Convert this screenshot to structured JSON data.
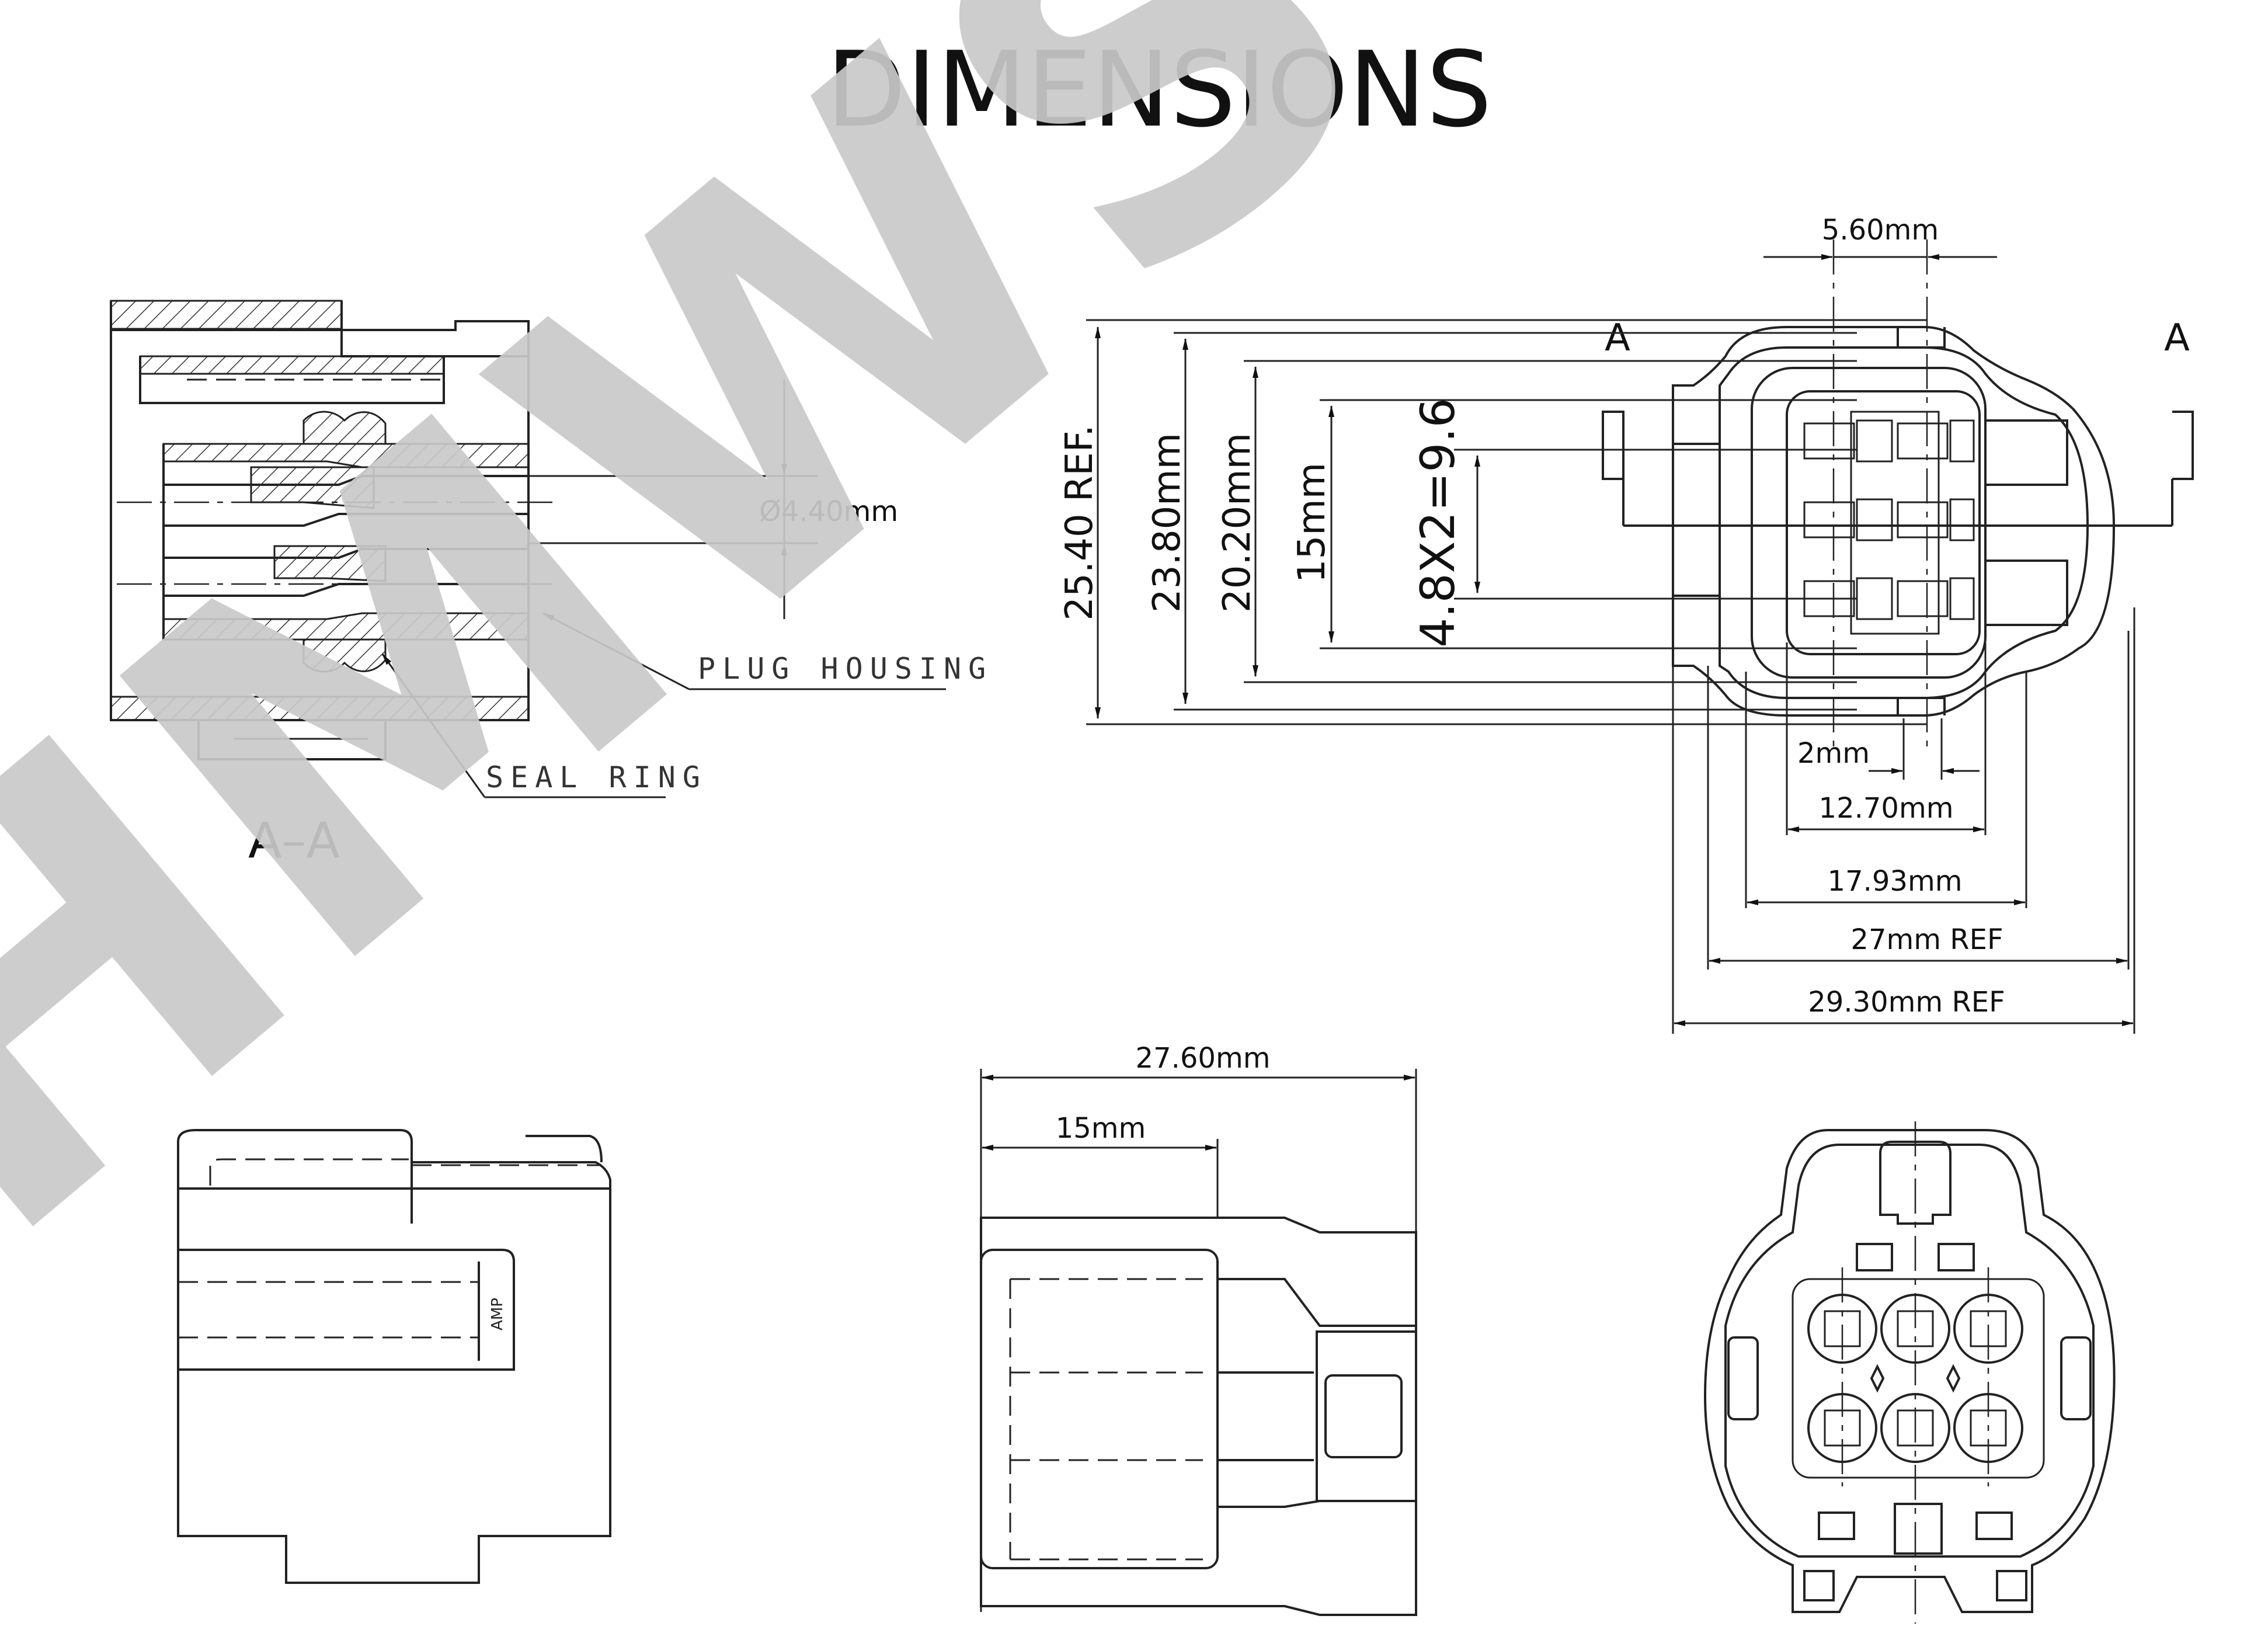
{
  "title": "DIMENSIONS",
  "watermark": "HMWS",
  "section_view": {
    "label": "A–A",
    "diameter": "Ø4.40mm",
    "callouts": {
      "plug_housing": "PLUG HOUSING",
      "seal_ring": "SEAL RING"
    }
  },
  "front_view": {
    "section_marker": "A",
    "top_width": "5.60mm",
    "heights": {
      "overall": "25.40 REF.",
      "outer": "23.80mm",
      "inner": "20.20mm",
      "cavity": "15mm",
      "pitch": "4.8X2=9.6"
    },
    "widths": {
      "key": "2mm",
      "cavity": "12.70mm",
      "inner": "17.93mm",
      "outer": "27mm REF",
      "overall": "29.30mm REF"
    }
  },
  "side_view": {
    "length": "27.60mm",
    "front_length": "15mm"
  },
  "top_view": {
    "marking": "AMP"
  },
  "colors": {
    "line": "#222222",
    "watermark": "#c9c9c9",
    "background": "#ffffff"
  }
}
